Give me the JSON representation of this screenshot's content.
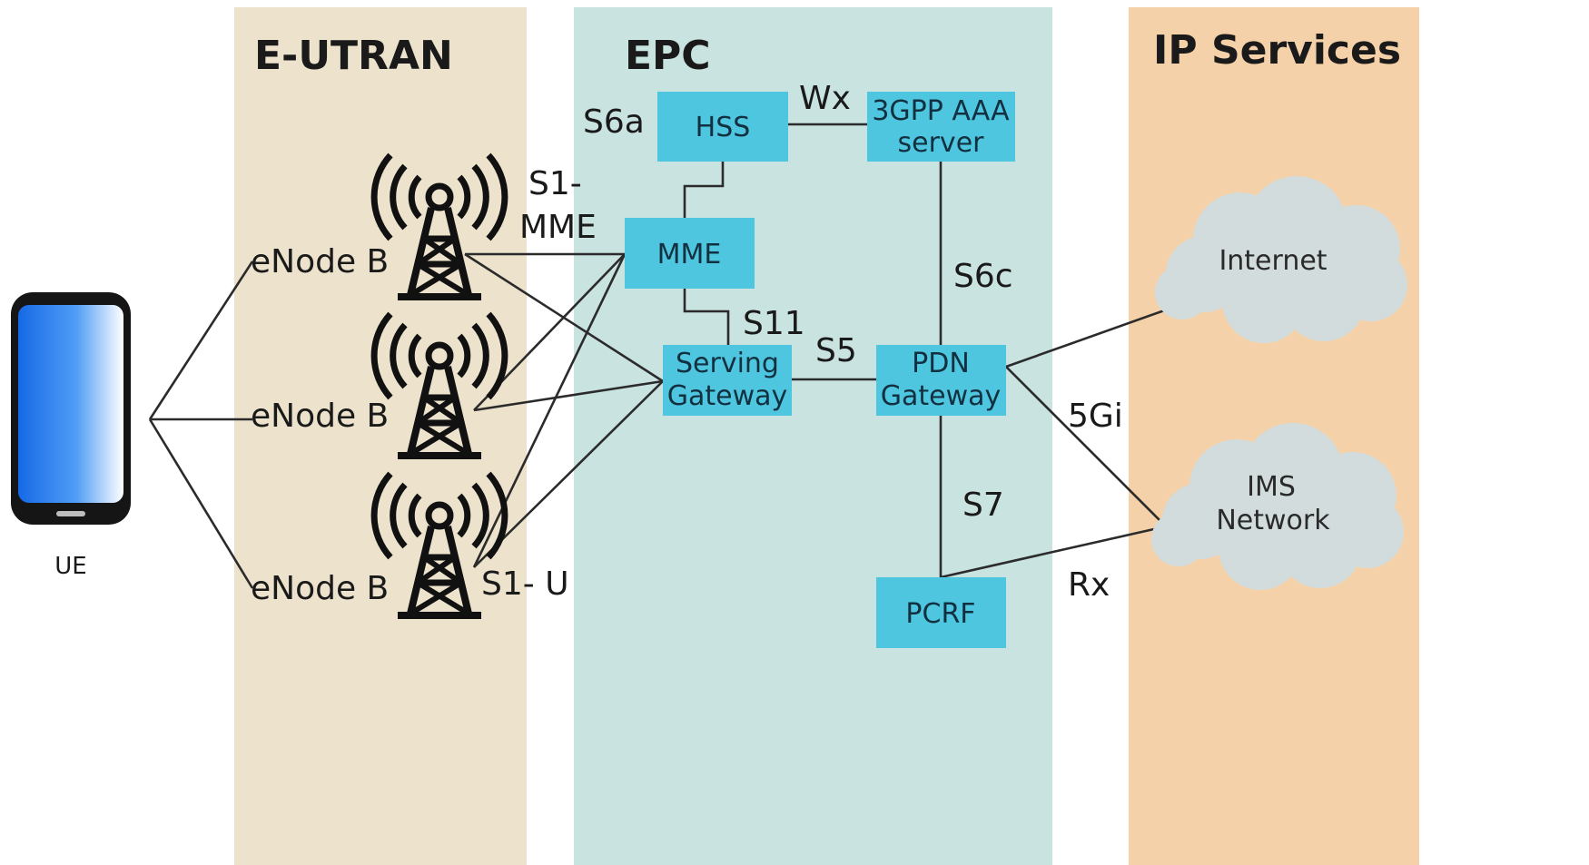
{
  "regions": {
    "eutran": "E-UTRAN",
    "epc": "EPC",
    "ip_services": "IP Services"
  },
  "ue": {
    "label": "UE"
  },
  "enodebs": [
    "eNode B",
    "eNode B",
    "eNode B"
  ],
  "nodes": {
    "hss": [
      "HSS"
    ],
    "aaa": [
      "3GPP AAA",
      "server"
    ],
    "mme": [
      "MME"
    ],
    "sgw": [
      "Serving",
      "Gateway"
    ],
    "pgw": [
      "PDN",
      "Gateway"
    ],
    "pcrf": [
      "PCRF"
    ]
  },
  "interfaces": {
    "s6a": "S6a",
    "wx": "Wx",
    "s1_mme": [
      "S1-",
      "MME"
    ],
    "s11": "S11",
    "s5": "S5",
    "s6c": "S6c",
    "sgi": "5Gi",
    "s7": "S7",
    "s1_u": "S1- U",
    "rx": "Rx"
  },
  "clouds": {
    "internet": [
      "Internet"
    ],
    "ims": [
      "IMS",
      "Network"
    ]
  },
  "colors": {
    "eutran_bg": "#ede3cc",
    "epc_bg": "#c9e3e0",
    "ip_bg": "#f4d1a8",
    "node_box": "#4fc6df",
    "cloud": "#d3dcdc",
    "phone_screen": "#1e7ff0"
  }
}
